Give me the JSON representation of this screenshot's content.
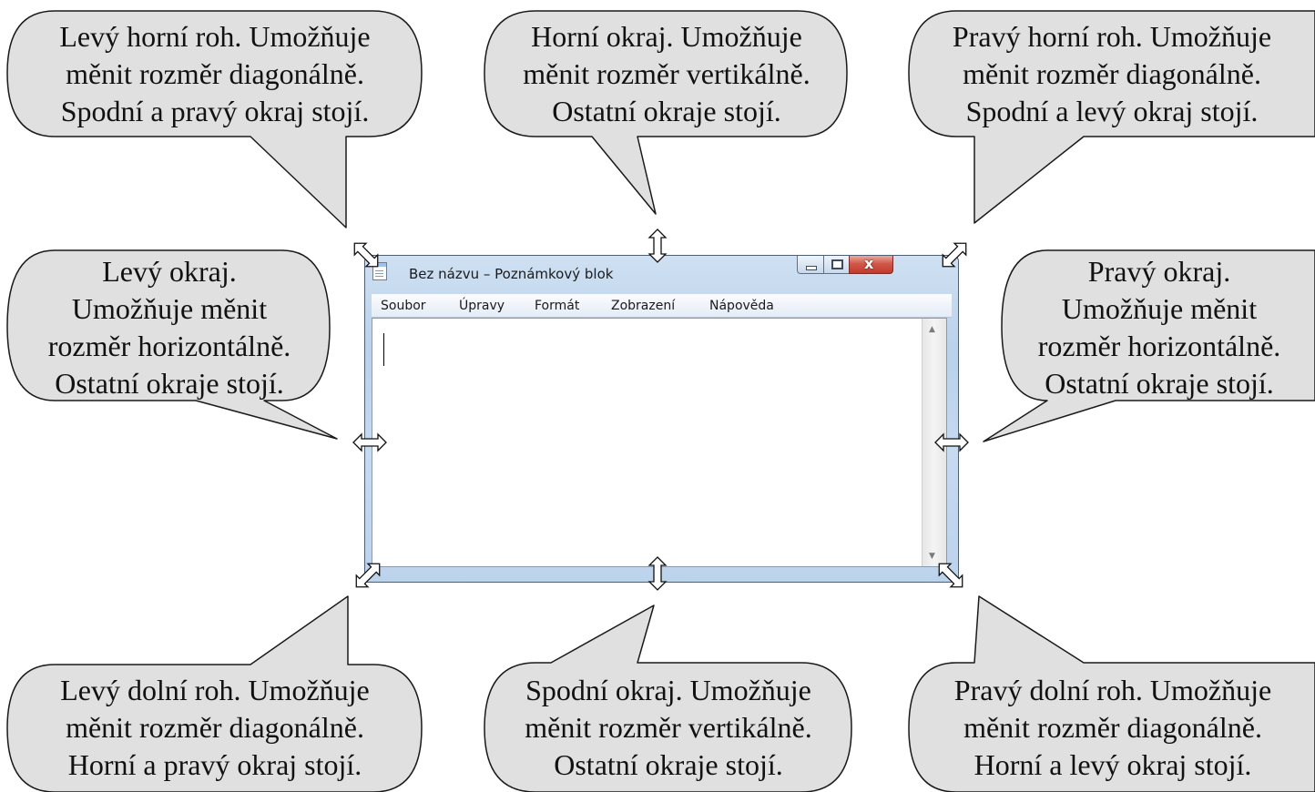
{
  "window": {
    "title": "Bez názvu – Poznámkový blok",
    "menu": [
      "Soubor",
      "Úpravy",
      "Formát",
      "Zobrazení",
      "Nápověda"
    ],
    "close_label": "x"
  },
  "callouts": {
    "top_left": [
      "Levý horní roh. Umožňuje",
      "měnit rozměr diagonálně.",
      "Spodní a pravý okraj stojí."
    ],
    "top": [
      "Horní okraj. Umožňuje",
      "měnit rozměr vertikálně.",
      "Ostatní okraje stojí."
    ],
    "top_right": [
      "Pravý horní roh. Umožňuje",
      "měnit rozměr diagonálně.",
      "Spodní a levý okraj stojí."
    ],
    "left": [
      "Levý okraj.",
      "Umožňuje měnit",
      "rozměr horizontálně.",
      "Ostatní okraje stojí."
    ],
    "right": [
      "Pravý okraj.",
      "Umožňuje měnit",
      "rozměr horizontálně.",
      "Ostatní okraje stojí."
    ],
    "bottom_left": [
      "Levý dolní roh. Umožňuje",
      "měnit rozměr diagonálně.",
      "Horní a pravý okraj stojí."
    ],
    "bottom": [
      "Spodní okraj. Umožňuje",
      "měnit rozměr vertikálně.",
      "Ostatní okraje stojí."
    ],
    "bottom_right": [
      "Pravý dolní roh. Umožňuje",
      "měnit rozměr diagonálně.",
      "Horní a levý okraj stojí."
    ]
  },
  "colors": {
    "callout_fill": "#e0e0e0",
    "callout_stroke": "#1a1a1a",
    "frame": "#c3d6ec"
  }
}
